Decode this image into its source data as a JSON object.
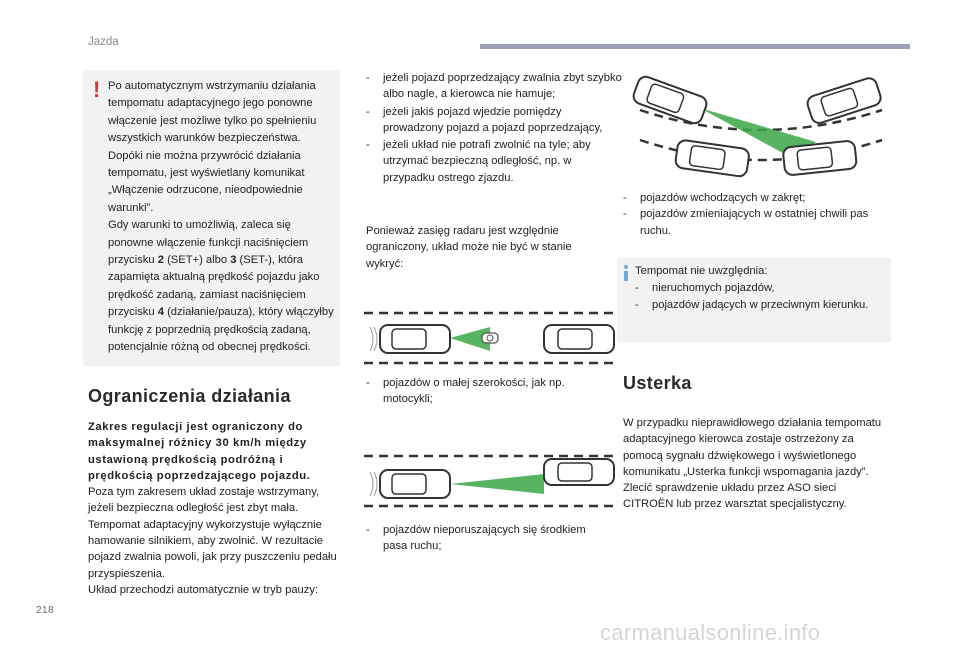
{
  "header": {
    "section": "Jazda"
  },
  "footer": {
    "page_number": "218",
    "watermark": "carmanualsonline.info"
  },
  "warning_box": {
    "lines": [
      "Po automatycznym wstrzymaniu działania tempomatu adaptacyjnego jego ponowne włączenie jest możliwe tylko po spełnieniu wszystkich warunków bezpieczeństwa.",
      "Dopóki nie można przywrócić działania tempomatu, jest wyświetlany komunikat „Włączenie odrzucone, nieodpowiednie warunki”.",
      "Gdy warunki to umożliwią, zaleca się ponowne włączenie funkcji naciśnięciem przycisku ",
      "2",
      " (SET+) albo ",
      "3",
      " (SET-), która zapamięta aktualną prędkość pojazdu jako prędkość zadaną, zamiast naciśnięciem przycisku ",
      "4",
      " (działanie/pauza), który włączyłby funkcję z poprzednią prędkością zadaną, potencjalnie różną od obecnej prędkości."
    ]
  },
  "limits": {
    "heading": "Ograniczenia działania",
    "bold_intro": "Zakres regulacji jest ograniczony do maksymalnej różnicy 30 km/h między ustawioną prędkością podróżną i prędkością poprzedzającego pojazdu.",
    "paragraphs": [
      "Poza tym zakresem układ zostaje wstrzymany, jeżeli bezpieczna odległość jest zbyt mała.",
      "Tempomat adaptacyjny wykorzystuje wyłącznie hamowanie silnikiem, aby zwolnić. W rezultacie pojazd zwalnia powoli, jak przy puszczeniu pedału przyspieszenia.",
      "Układ przechodzi automatycznie w tryb pauzy:"
    ]
  },
  "pause_conditions": [
    "jeżeli pojazd poprzedzający zwalnia zbyt szybko albo nagle, a kierowca nie hamuje;",
    "jeżeli jakiś pojazd wjedzie pomiędzy prowadzony pojazd a pojazd poprzedzający,",
    "jeżeli układ nie potrafi zwolnić na tyle; aby utrzymać bezpieczną odległość, np. w przypadku ostrego zjazdu."
  ],
  "radar_note": "Ponieważ zasięg radaru jest względnie ograniczony, układ może nie być w stanie wykryć:",
  "detect_1": [
    "pojazdów o małej szerokości, jak np. motocykli;"
  ],
  "detect_2": [
    "pojazdów nieporuszających się środkiem pasa ruchu;"
  ],
  "detect_3": [
    "pojazdów wchodzących w zakręt;",
    "pojazdów zmieniających w ostatniej chwili pas ruchu."
  ],
  "info_box": {
    "title": "Tempomat nie uwzględnia:",
    "items": [
      "nieruchomych pojazdów,",
      "pojazdów jadących w przeciwnym kierunku."
    ]
  },
  "fault": {
    "heading": "Usterka",
    "paragraphs": [
      "W przypadku nieprawidłowego działania tempomatu adaptacyjnego kierowca zostaje ostrzeżony za pomocą sygnału dźwiękowego i wyświetlonego komunikatu „Usterka funkcji wspomagania jazdy”.",
      "Zlecić sprawdzenie układu przez ASO sieci CITROËN lub przez warsztat specjalistyczny."
    ]
  },
  "colors": {
    "radar_green": "#3aa845",
    "warning_red": "#e4312f",
    "info_blue": "#6fa8dc",
    "box_bg": "#f2f2f2"
  }
}
